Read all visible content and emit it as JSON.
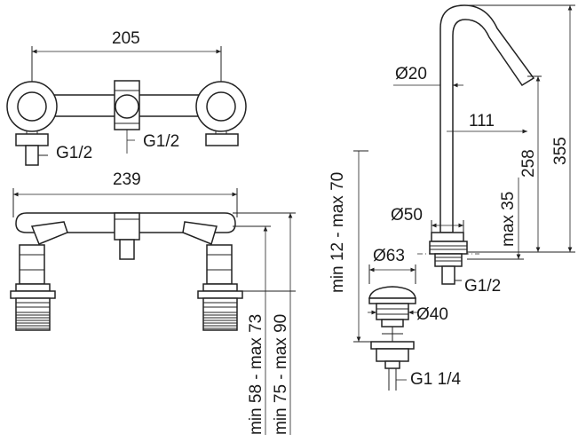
{
  "dimensions": {
    "top_width": "205",
    "overall_width": "239",
    "left_thread": "G1/2",
    "center_thread": "G1/2",
    "spout_tube": "Ø20",
    "spout_reach": "111",
    "spout_height_total": "355",
    "spout_height": "258",
    "spout_base": "Ø50",
    "deck_thickness_max": "max 35",
    "spout_thread": "G1/2",
    "waste_range": "min 12 - max 70",
    "waste_head": "Ø63",
    "waste_body": "Ø40",
    "waste_thread": "G1 1/4",
    "valve_range_a": "min 58 - max 73",
    "valve_range_b": "min 75 - max 90"
  }
}
